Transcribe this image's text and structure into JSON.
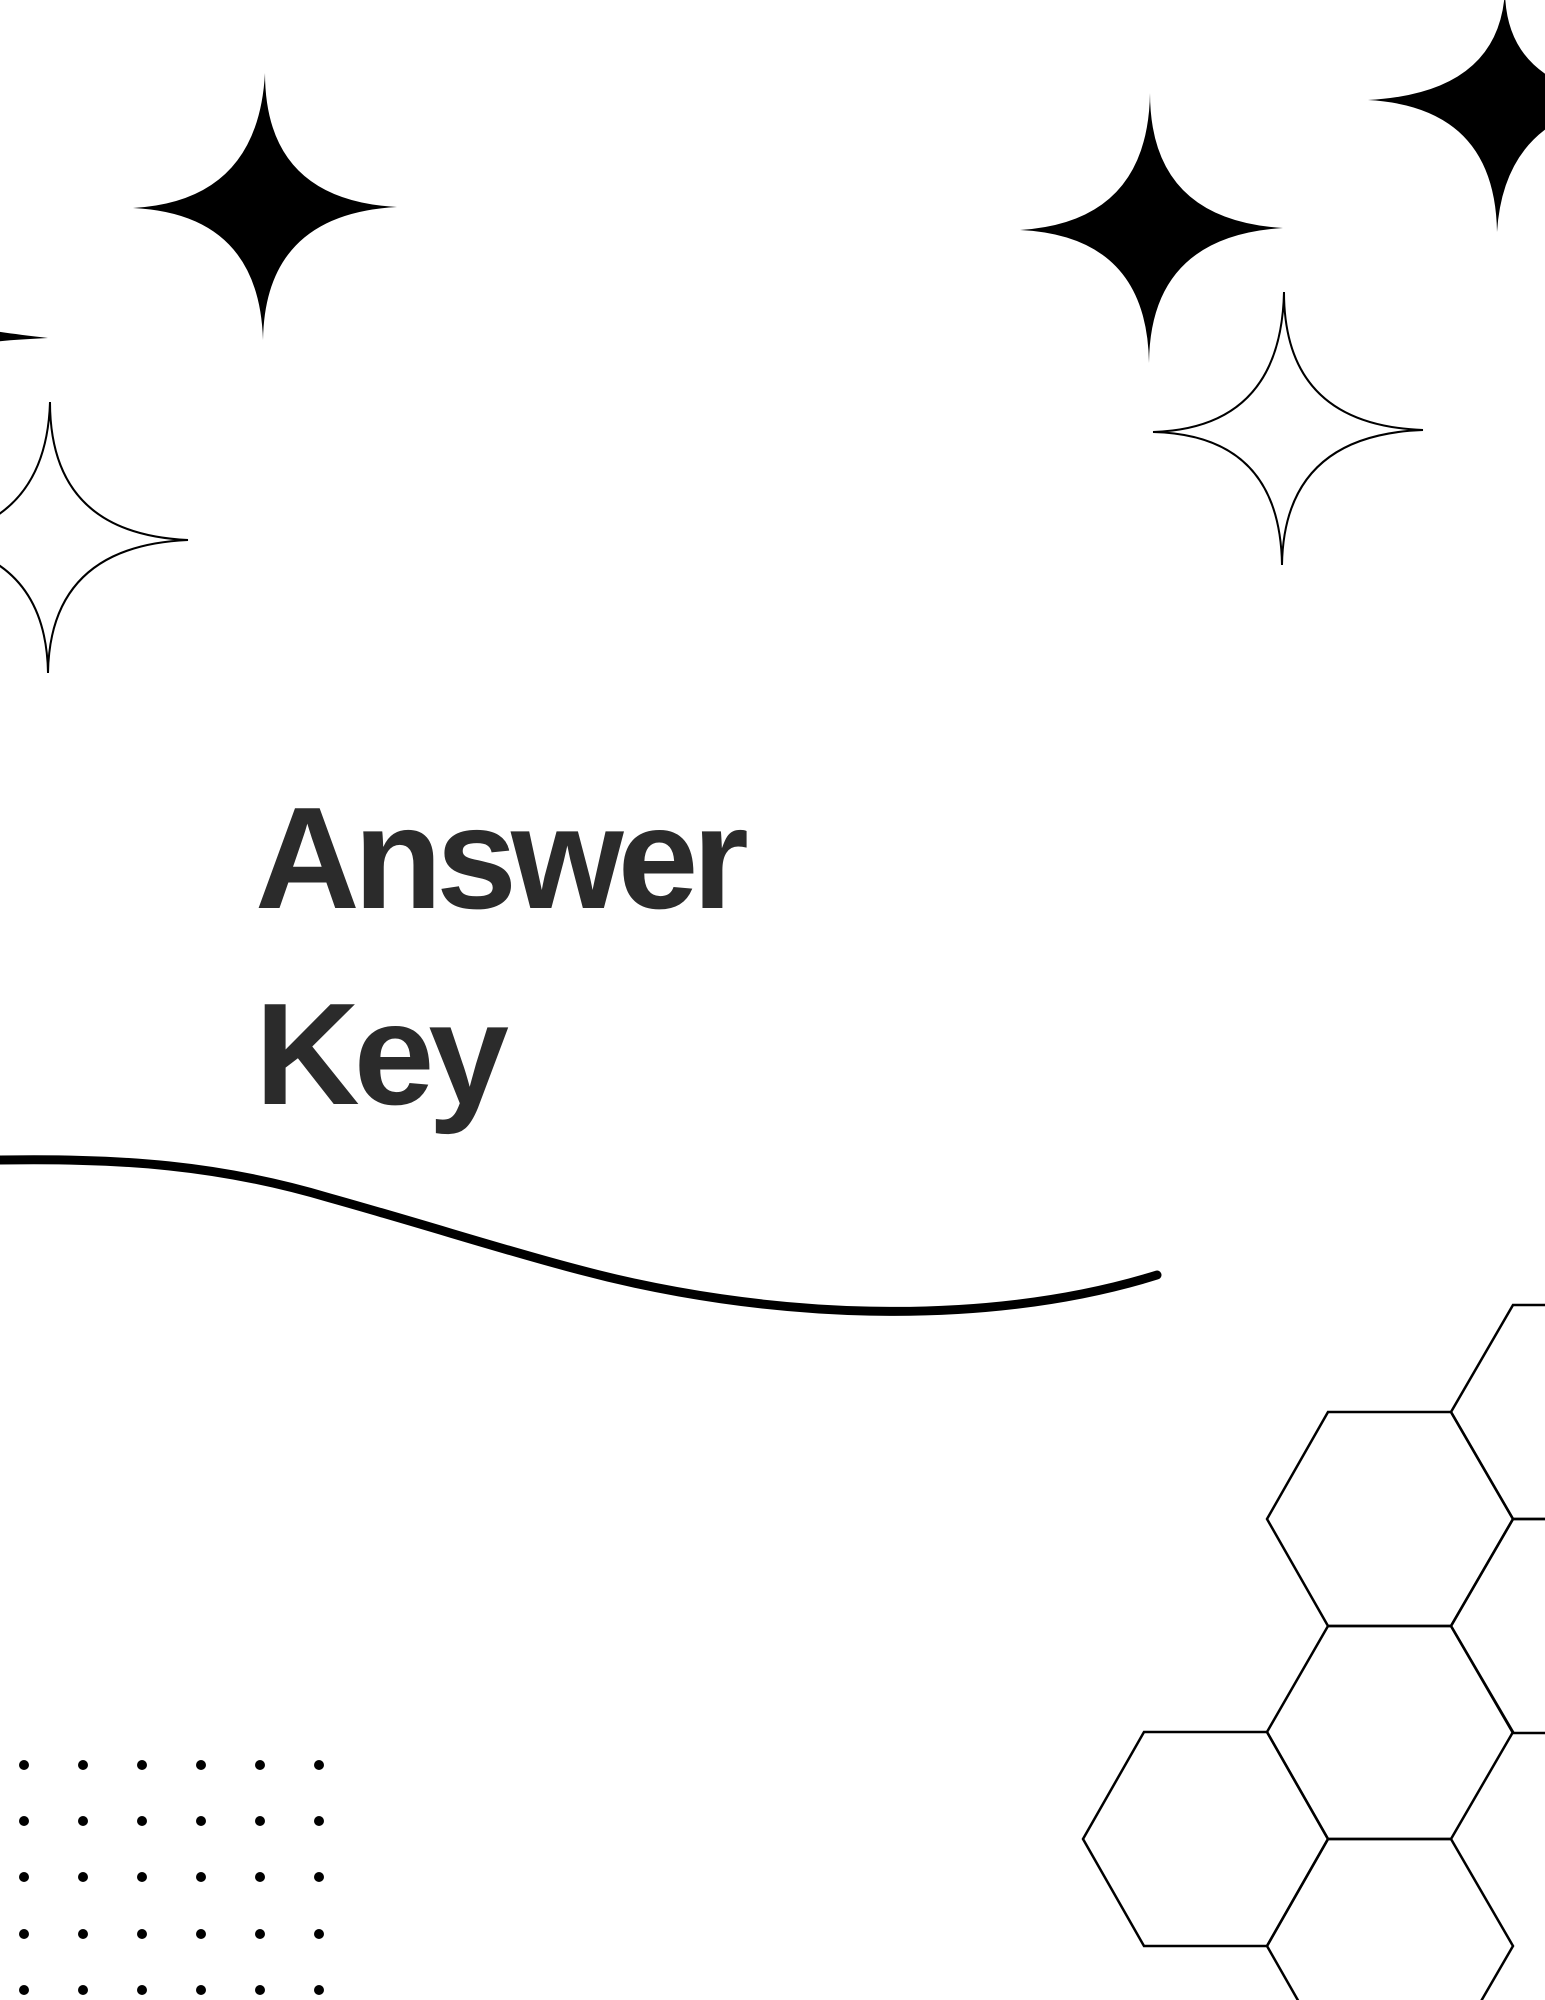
{
  "document": {
    "title_line_1": "Answer",
    "title_line_2": "Key"
  },
  "colors": {
    "background": "#ffffff",
    "title_text": "#2b2b2b",
    "decoration": "#000000"
  },
  "decorations": {
    "icons": [
      "sparkle-star-solid-icon",
      "sparkle-star-outline-icon",
      "hexagon-outline-icon",
      "dot-grid-pattern"
    ]
  }
}
